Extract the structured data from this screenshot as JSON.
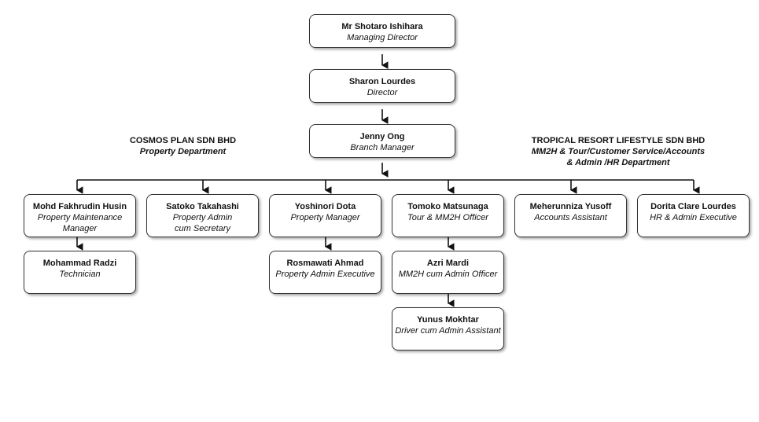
{
  "left_company": {
    "name": "COSMOS PLAN SDN BHD",
    "department": "Property Department"
  },
  "right_company": {
    "name": "TROPICAL RESORT LIFESTYLE SDN BHD",
    "department_line1": "MM2H & Tour/Customer Service/Accounts",
    "department_line2": "& Admin /HR Department"
  },
  "nodes": {
    "md": {
      "name": "Mr Shotaro Ishihara",
      "role": "Managing Director"
    },
    "dir": {
      "name": "Sharon Lourdes",
      "role": "Director"
    },
    "bm": {
      "name": "Jenny Ong",
      "role": "Branch Manager"
    },
    "mohd": {
      "name": "Mohd Fakhrudin Husin",
      "role1": "Property Maintenance",
      "role2": "Manager"
    },
    "satoko": {
      "name": "Satoko Takahashi",
      "role1": "Property Admin",
      "role2": "cum Secretary"
    },
    "yoshinori": {
      "name": "Yoshinori Dota",
      "role": "Property Manager"
    },
    "tomoko": {
      "name": "Tomoko Matsunaga",
      "role": "Tour & MM2H Officer"
    },
    "meherunniza": {
      "name": "Meherunniza Yusoff",
      "role": "Accounts Assistant"
    },
    "dorita": {
      "name": "Dorita Clare Lourdes",
      "role": "HR & Admin Executive"
    },
    "radzi": {
      "name": "Mohammad Radzi",
      "role": "Technician"
    },
    "rosmawati": {
      "name": "Rosmawati Ahmad",
      "role": "Property Admin Executive"
    },
    "azri": {
      "name": "Azri Mardi",
      "role": "MM2H cum Admin Officer"
    },
    "yunus": {
      "name": "Yunus Mokhtar",
      "role": "Driver cum Admin Assistant"
    }
  }
}
